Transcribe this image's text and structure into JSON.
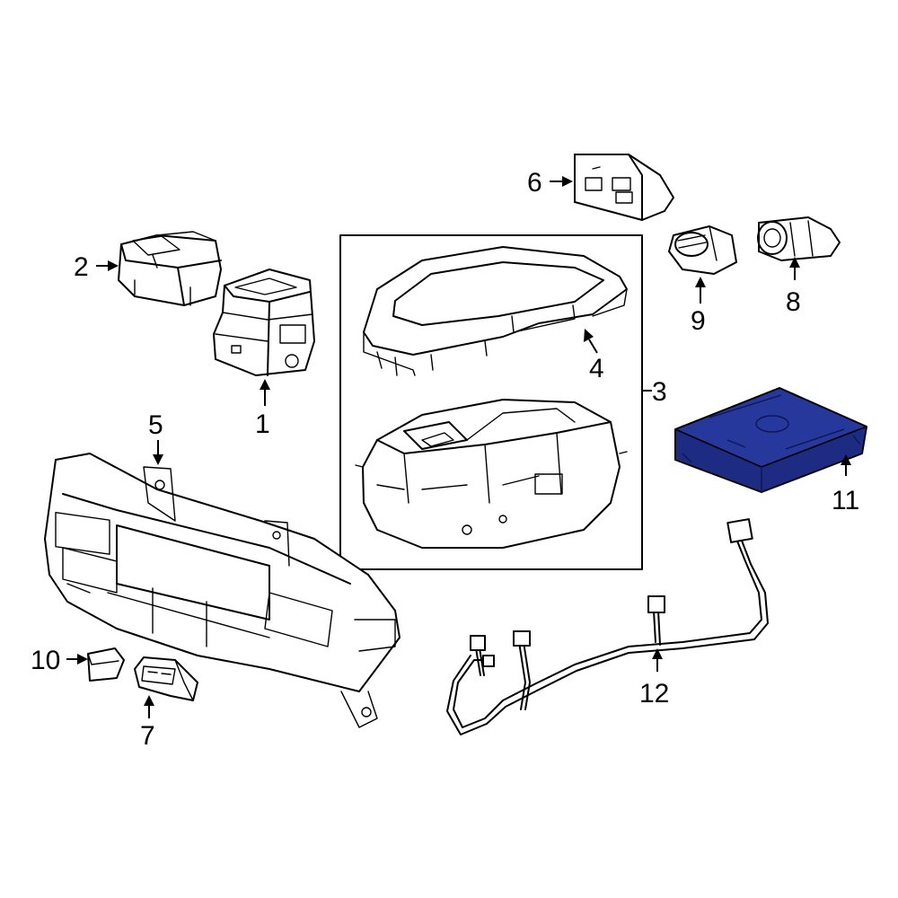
{
  "colors": {
    "highlight": "#27389c",
    "line": "#000000",
    "background": "#ffffff"
  },
  "callouts": [
    {
      "id": "1",
      "text": "1"
    },
    {
      "id": "2",
      "text": "2"
    },
    {
      "id": "3",
      "text": "3"
    },
    {
      "id": "4",
      "text": "4"
    },
    {
      "id": "5",
      "text": "5"
    },
    {
      "id": "6",
      "text": "6"
    },
    {
      "id": "7",
      "text": "7"
    },
    {
      "id": "8",
      "text": "8"
    },
    {
      "id": "9",
      "text": "9"
    },
    {
      "id": "10",
      "text": "10"
    },
    {
      "id": "11",
      "text": "11"
    },
    {
      "id": "12",
      "text": "12"
    }
  ],
  "highlighted_part": "11"
}
